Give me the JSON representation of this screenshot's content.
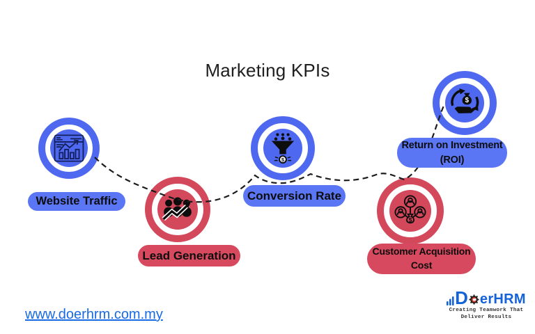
{
  "title": "Marketing KPIs",
  "nodes": [
    {
      "label": "Website Traffic",
      "lines": [
        "Website Traffic"
      ],
      "color": "#4f68f0",
      "icon": "website-analytics-icon"
    },
    {
      "label": "Lead Generation",
      "lines": [
        "Lead Generation"
      ],
      "color": "#d4485c",
      "icon": "team-growth-icon"
    },
    {
      "label": "Conversion Rate",
      "lines": [
        "Conversion Rate"
      ],
      "color": "#4f68f0",
      "icon": "sales-funnel-dollar-icon"
    },
    {
      "label": "Customer Acquisition Cost",
      "lines": [
        "Customer Acquisition",
        "Cost"
      ],
      "color": "#d4485c",
      "icon": "customer-cost-moneybag-icon"
    },
    {
      "label": "Return on Investment (ROI)",
      "lines": [
        "Return on Investment",
        "(ROI)"
      ],
      "color": "#4f68f0",
      "icon": "roi-hand-moneybag-icon"
    }
  ],
  "footer": {
    "url": "www.doerhrm.com.my",
    "logo": {
      "name": "DoerHRM",
      "text_before_gear": "D",
      "text_after_gear": "erHRM",
      "tagline_line1": "Creating Teamwork That",
      "tagline_line2": "Deliver Results"
    }
  },
  "colors": {
    "blue_ring": "#4f68f0",
    "blue_pill": "#5b76f4",
    "red_ring": "#d4485c",
    "red_pill": "#d6495e",
    "pill_text": "#0d0d0d",
    "title_text": "#202020",
    "connector": "#1c1c1c",
    "link": "#186ae5",
    "logo_blue": "#1462d8",
    "logo_gear_red": "#e4392b",
    "background": "#ffffff"
  }
}
